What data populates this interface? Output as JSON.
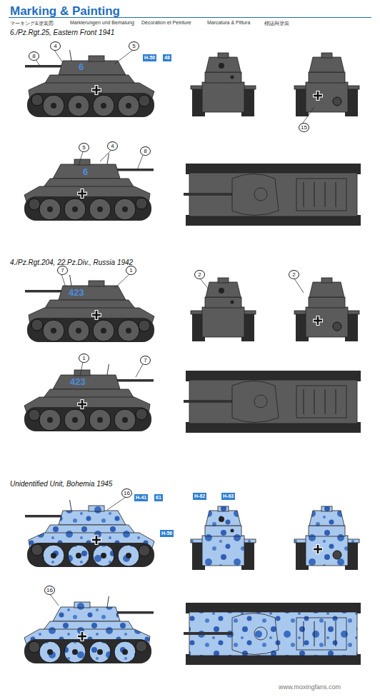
{
  "diagram": {
    "title": "Marking & Painting",
    "labels": [
      "マーキング&塗装図",
      "Markierungen und Bemalung",
      "Décoration et Peinture",
      "Marcatura & Pittura",
      "標誌與塗裝",
      "6./Pz.Rgt.25, Eastern Front 1941",
      "4",
      "8",
      "5",
      "H-50",
      "48",
      "6",
      "15",
      "5",
      "4",
      "8",
      "6",
      "4./Pz.Rgt.204, 22.Pz.Div., Russia 1942",
      "7",
      "1",
      "423",
      "2",
      "2",
      "1",
      "7",
      "423",
      "Unidentified Unit, Bohemia 1945",
      "16",
      "H-41",
      "61",
      "H-56",
      "H-62",
      "H-63",
      "16",
      "www.moxingfans.com"
    ]
  }
}
